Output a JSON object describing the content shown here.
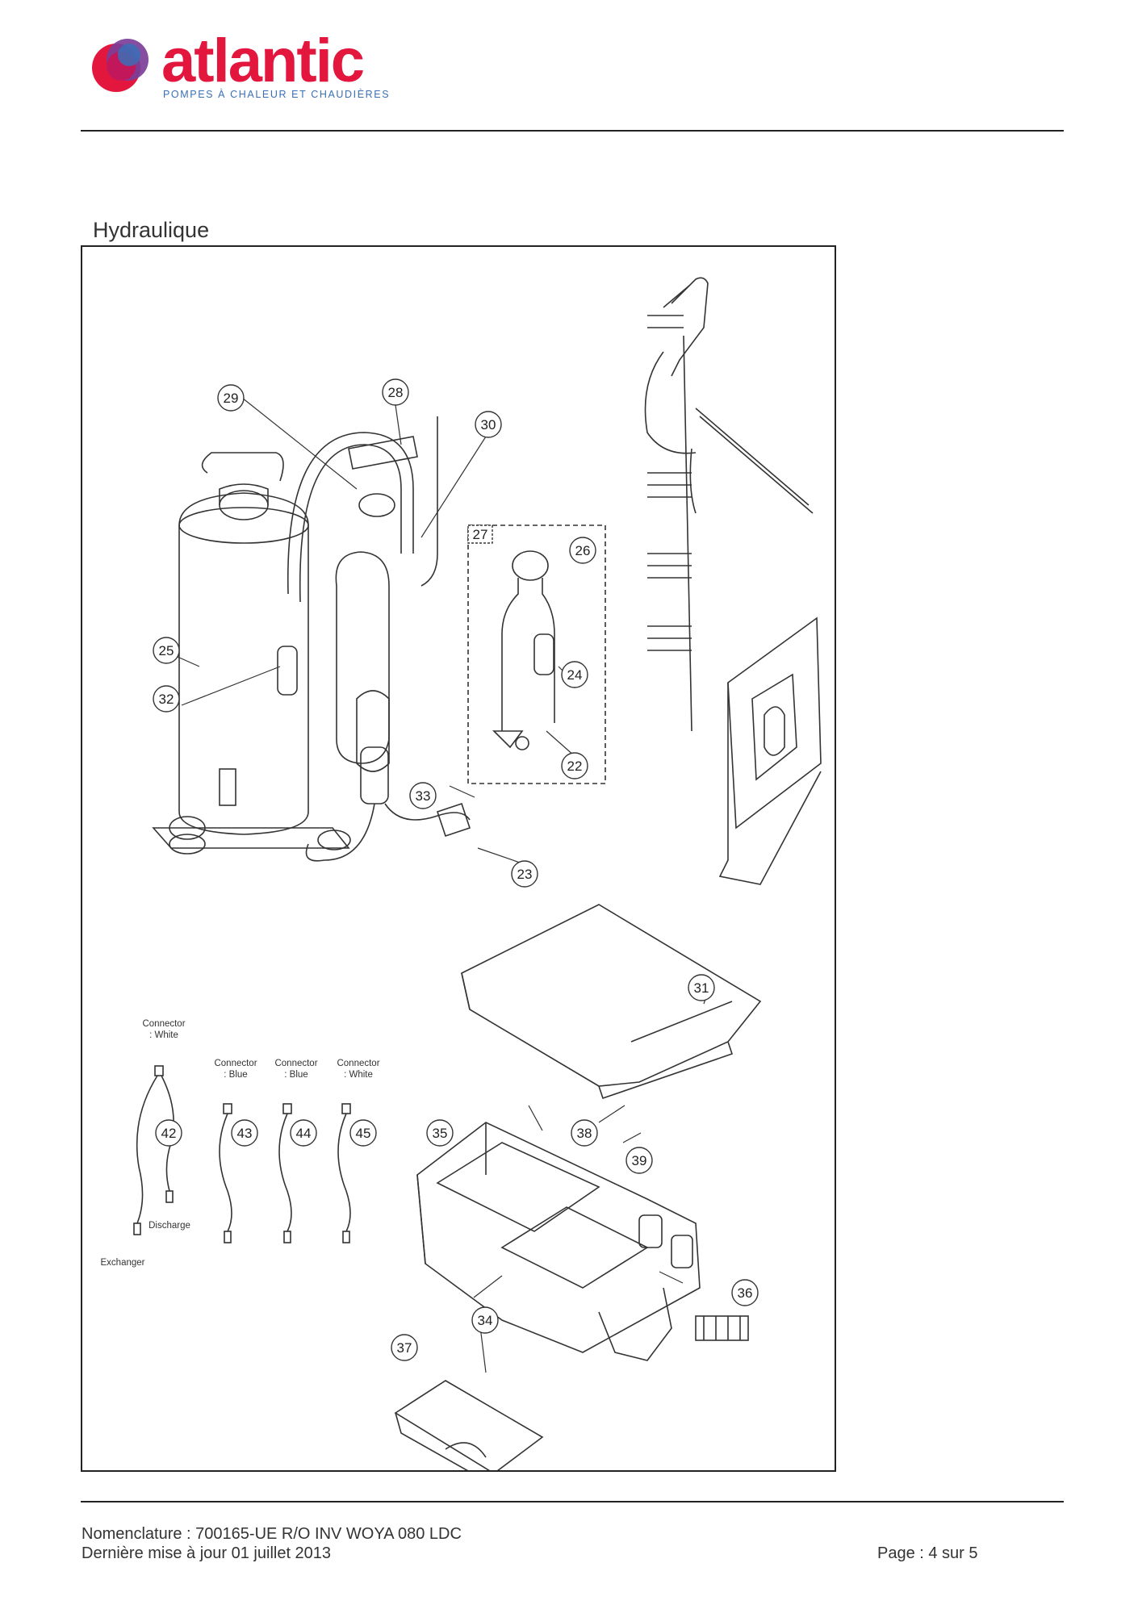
{
  "brand": {
    "name": "atlantic",
    "tagline": "POMPES À CHALEUR ET CHAUDIÈRES",
    "colors": {
      "red": "#e3173e",
      "purple": "#7b3f98",
      "blue": "#3b6fb6",
      "magenta": "#c2185b"
    }
  },
  "section_title": "Hydraulique",
  "diagram": {
    "part_labels": [
      "29",
      "28",
      "30",
      "27",
      "26",
      "25",
      "32",
      "24",
      "22",
      "33",
      "23",
      "31",
      "42",
      "43",
      "44",
      "45",
      "35",
      "38",
      "39",
      "36",
      "34",
      "37"
    ],
    "connector_labels": {
      "c42": [
        "Connector",
        ": White"
      ],
      "c43": [
        "Connector",
        ": Blue"
      ],
      "c44": [
        "Connector",
        ": Blue"
      ],
      "c45": [
        "Connector",
        ": White"
      ]
    },
    "wire_labels": {
      "discharge": "Discharge",
      "exchanger": "Exchanger"
    }
  },
  "footer": {
    "line1": "Nomenclature : 700165-UE R/O INV WOYA 080 LDC",
    "line2": "Dernière mise à jour 01 juillet 2013",
    "page": "Page : 4 sur 5"
  }
}
